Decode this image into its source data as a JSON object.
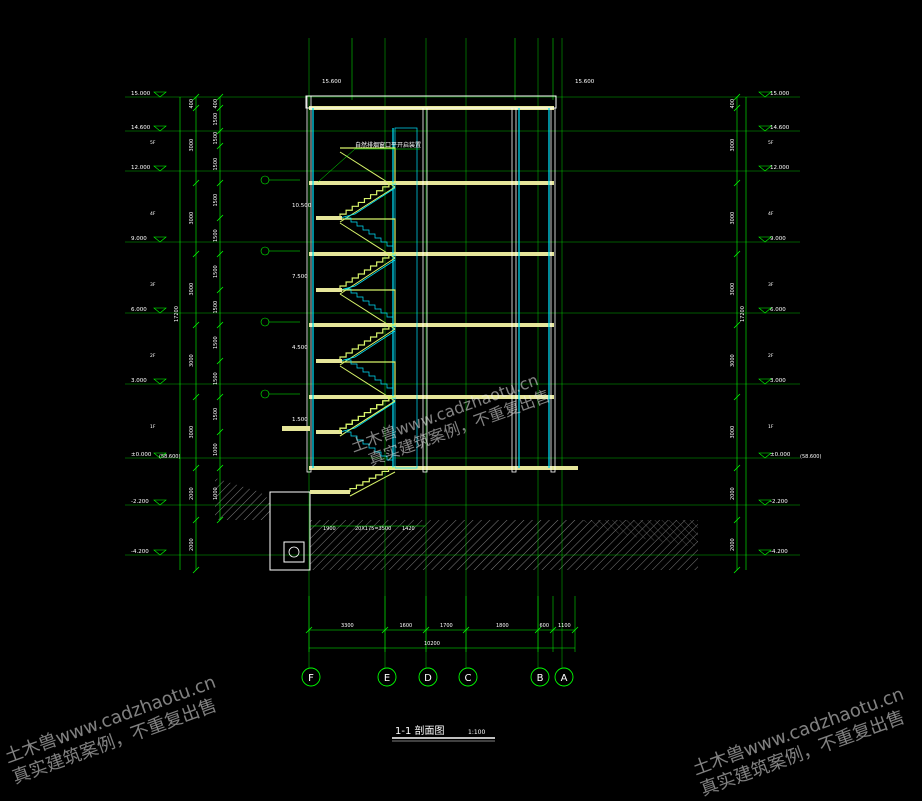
{
  "drawing": {
    "title": "1-1 剖面图",
    "scale": "1:100",
    "note": "自然排烟窗口平开启装置",
    "base_note": "(58.600)",
    "total_height_label": "17200",
    "total_width": "10200"
  },
  "colors": {
    "background": "#000000",
    "grid": "#00ff00",
    "structure": "#ffffff",
    "slab": "#e6e69a",
    "glass": "#00e5ff",
    "stair": "#d7f36a",
    "hatch": "#7a7a7a",
    "axis_circle": "#00ff00",
    "text": "#ffffff"
  },
  "axes": [
    "F",
    "E",
    "D",
    "C",
    "B",
    "A"
  ],
  "bottom_dims": [
    "3300",
    "1600",
    "1700",
    "1800",
    "600",
    "1100"
  ],
  "levels_left": [
    "15.000",
    "14.600",
    "12.000",
    "9.000",
    "6.000",
    "3.000",
    "±0.000",
    "-2.200",
    "-4.200"
  ],
  "levels_right": [
    "15.000",
    "14.600",
    "12.000",
    "9.000",
    "6.000",
    "3.000",
    "±0.000",
    "-2.200",
    "-4.200"
  ],
  "floor_tags": [
    "5F",
    "4F",
    "3F",
    "2F",
    "1F"
  ],
  "stair_levels": [
    "10.500",
    "7.500",
    "4.500",
    "1.500"
  ],
  "stair_dims": [
    "1900",
    "20X175=3500",
    "1420"
  ],
  "left_dims_outer": [
    "400",
    "3000",
    "3000",
    "3000",
    "3000",
    "3000",
    "2000",
    "2000"
  ],
  "left_dims_inner": [
    "400",
    "1500",
    "1500",
    "1500",
    "1500",
    "1500",
    "1500",
    "1500",
    "1500",
    "1500",
    "1500",
    "1000",
    "1000"
  ],
  "right_dims_outer": [
    "400",
    "3000",
    "3000",
    "3000",
    "3000",
    "3000",
    "2000",
    "2000"
  ],
  "top_labels": [
    "15.600",
    "15.600"
  ],
  "watermark": {
    "line1": "土木兽www.cadzhaotu.cn",
    "line2": "真实建筑案例，不重复出售"
  }
}
